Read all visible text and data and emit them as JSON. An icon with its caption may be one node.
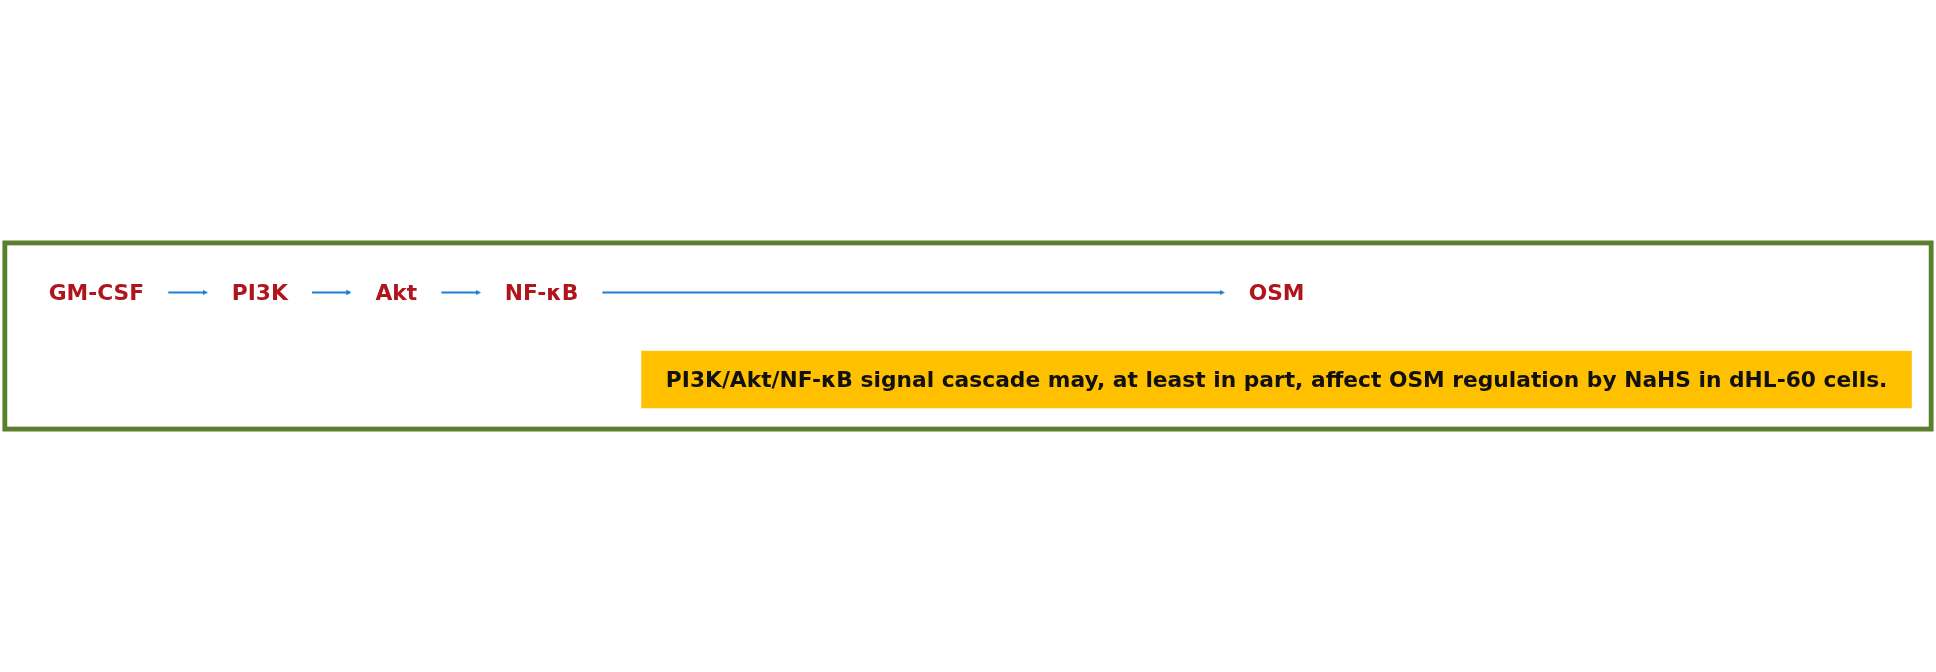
{
  "diagram": {
    "nodes": [
      {
        "text": [],
        "shape": "box"
      },
      {
        "text": [
          "GM-CSF"
        ],
        "in": 0
      },
      {
        "text": [
          "PI3K"
        ],
        "in": 0
      },
      {
        "text": [
          "Akt"
        ],
        "in": 0
      },
      {
        "text": [
          "NF-κB"
        ],
        "in": 0
      },
      {
        "text": [
          "OSM"
        ],
        "in": 0
      },
      {
        "text": [
          "PI3K/Akt/NF-κB signal cascade may, at least in part, affect OSM regulation by NaHS in dHL-60 cells."
        ],
        "in": 0
      }
    ],
    "edges": [
      {
        "from": 1,
        "to": 2,
        "arrow": "to"
      },
      {
        "from": 2,
        "to": 3,
        "arrow": "to"
      },
      {
        "from": 3,
        "to": 4,
        "arrow": "to"
      },
      {
        "from": 4,
        "to": 5,
        "arrow": "to"
      }
    ]
  }
}
